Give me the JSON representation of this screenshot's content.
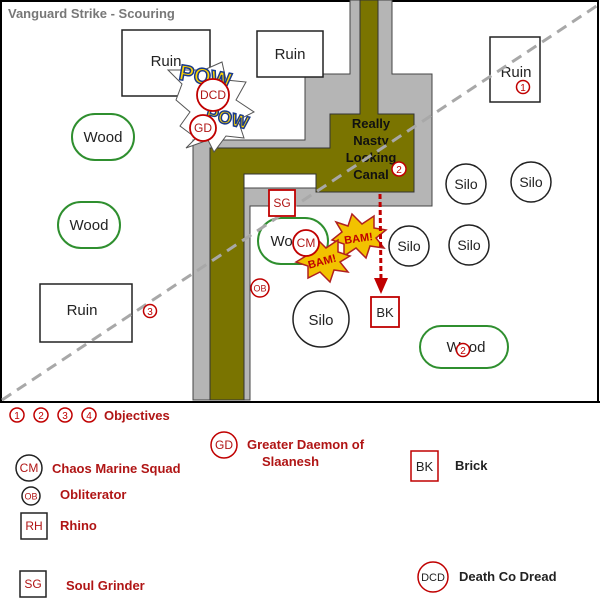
{
  "title": "Vanguard Strike - Scouring",
  "terrain": {
    "ruin": "Ruin",
    "wood": "Wood",
    "silo": "Silo",
    "canal": [
      "Really",
      "Nasty",
      "Looking",
      "Canal"
    ]
  },
  "objectives": [
    "1",
    "2",
    "3",
    "4"
  ],
  "fx": {
    "pow": "POW",
    "bam": "BAM!"
  },
  "units": {
    "dcd": "DCD",
    "gd": "GD",
    "sg": "SG",
    "cm": "CM",
    "ob": "OB",
    "bk": "BK",
    "rh": "RH"
  },
  "legend": {
    "objectives": "Objectives",
    "gd_line1": "Greater Daemon of",
    "gd_line2": "Slaanesh",
    "bk": "Brick",
    "cm": "Chaos Marine Squad",
    "ob": "Obliterator",
    "rh": "Rhino",
    "sg": "Soul Grinder",
    "dcd": "Death Co Dread"
  },
  "colors": {
    "canal": "#7a7400",
    "road": "#b5b5b5",
    "wood_outline": "#2f8f2f",
    "unit_red": "#c00000",
    "legend_text": "#b01515",
    "deploy_line": "#a8a8a8"
  }
}
